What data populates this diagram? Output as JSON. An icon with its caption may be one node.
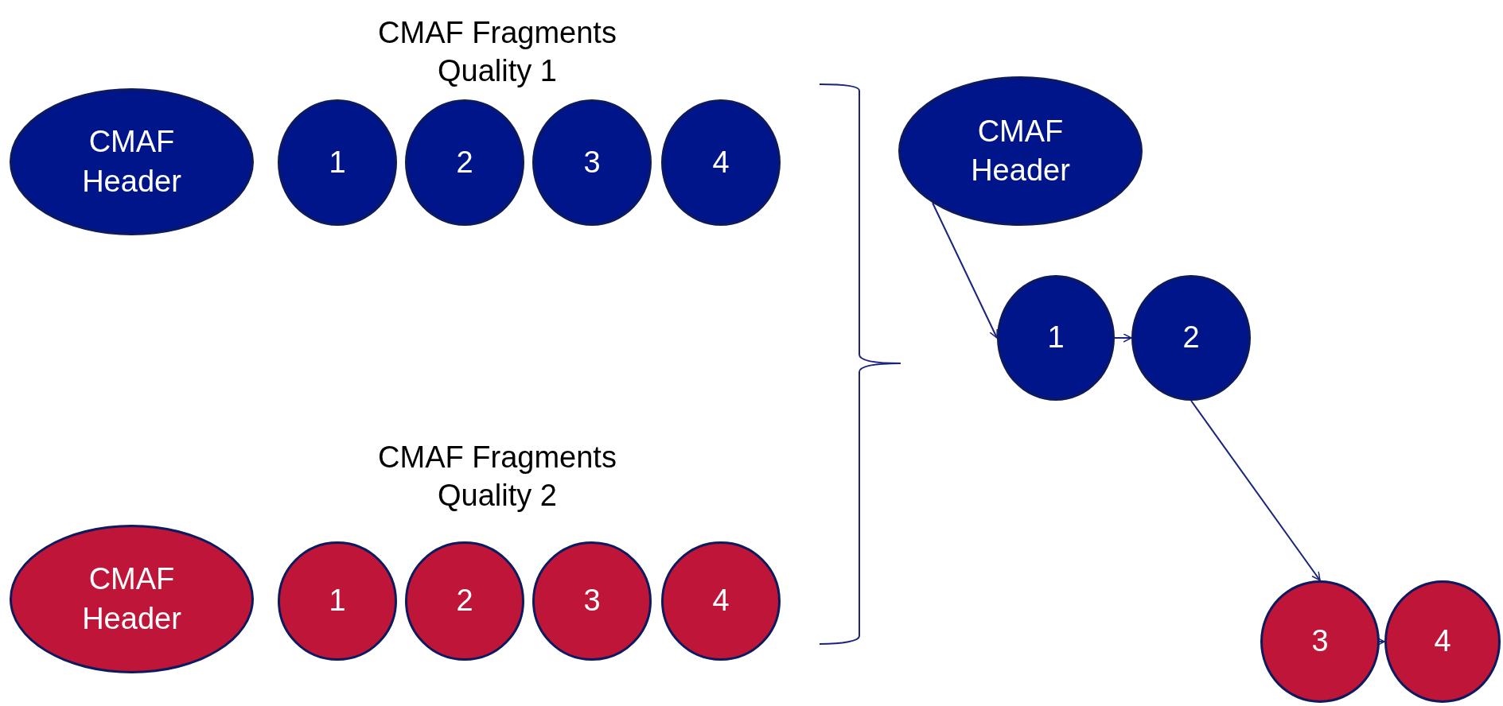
{
  "diagram": {
    "nodes": [
      {
        "text": [
          "CMAF Header"
        ]
      },
      {
        "text": [
          "1"
        ]
      },
      {
        "text": [
          "2"
        ]
      },
      {
        "text": [
          "3"
        ]
      },
      {
        "text": [
          "4"
        ]
      },
      {
        "text": [
          "CMAF Header"
        ]
      },
      {
        "text": [
          "1"
        ]
      },
      {
        "text": [
          "2"
        ]
      },
      {
        "text": [
          "3"
        ]
      },
      {
        "text": [
          "4"
        ]
      },
      {
        "text": [
          "CMAF Header"
        ]
      },
      {
        "text": [
          "1"
        ]
      },
      {
        "text": [
          "2"
        ]
      },
      {
        "text": [
          "3"
        ]
      },
      {
        "text": [
          "4"
        ]
      }
    ],
    "edges": [
      {
        "from": 10,
        "to": 11,
        "arrow": "to"
      },
      {
        "from": 11,
        "to": 12,
        "arrow": "to"
      },
      {
        "from": 12,
        "to": 13,
        "arrow": "to"
      },
      {
        "from": 13,
        "to": 14,
        "arrow": "to"
      }
    ],
    "labels": [
      "CMAF Fragments Quality 1",
      "CMAF Fragments Quality 2"
    ]
  }
}
